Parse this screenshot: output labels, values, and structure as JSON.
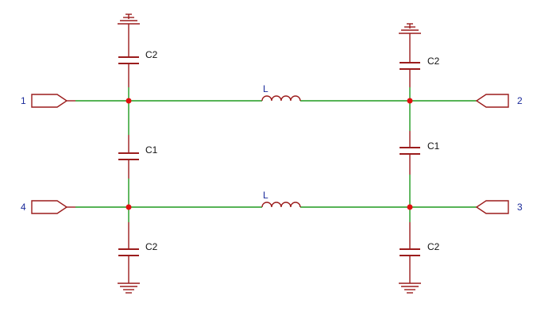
{
  "ports": {
    "p1": "1",
    "p2": "2",
    "p3": "3",
    "p4": "4"
  },
  "labels": {
    "c2_top_left": "C2",
    "c1_left": "C1",
    "c2_bottom_left": "C2",
    "c2_top_right": "C2",
    "c1_right": "C1",
    "c2_bottom_right": "C2",
    "l_top": "L",
    "l_bottom": "L"
  },
  "colors": {
    "wire": "#1f9a1f",
    "component": "#9b1c1c",
    "node": "#e01010",
    "pin_text": "#1a2a9a"
  }
}
